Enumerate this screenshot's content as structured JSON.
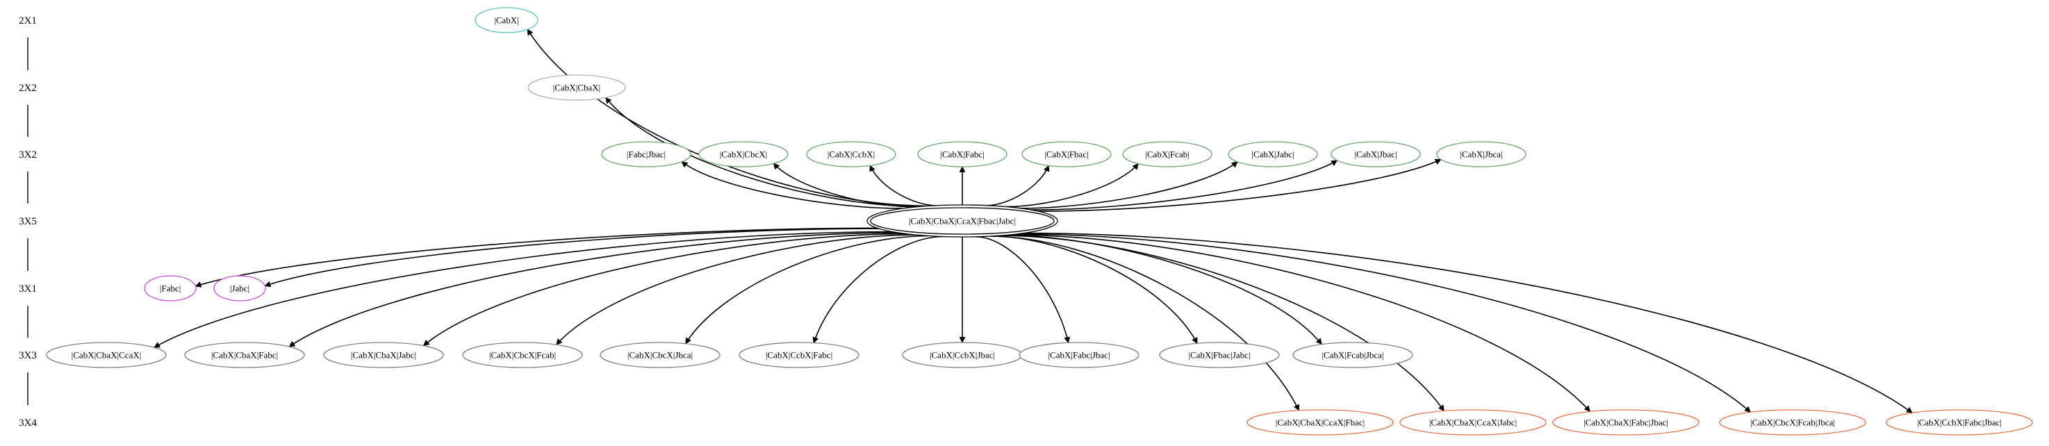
{
  "ranks": [
    "2X1",
    "2X2",
    "3X2",
    "3X5",
    "3X1",
    "3X3",
    "3X4"
  ],
  "colors": {
    "center": "#000000",
    "rank_2X1": "#5fc4bd",
    "rank_2X2": "#b0b0b0",
    "rank_3X2": "#6aa56a",
    "rank_3X1": "#c64fd6",
    "rank_3X3": "#808080",
    "rank_3X4": "#e2744d",
    "edge": "#000000"
  },
  "center": {
    "label": "|CabX|CbaX|CcaX|Fbac|Jabc|"
  },
  "nodes": {
    "2X1": [
      "|CabX|"
    ],
    "2X2": [
      "|CabX|CbaX|"
    ],
    "3X2": [
      "|Fabc|Jbac|",
      "|CabX|CbcX|",
      "|CabX|CcbX|",
      "|CabX|Fabc|",
      "|CabX|Fbac|",
      "|CabX|Fcab|",
      "|CabX|Jabc|",
      "|CabX|Jbac|",
      "|CabX|Jbca|"
    ],
    "3X1": [
      "|Fabc|",
      "|Jabc|"
    ],
    "3X3": [
      "|CabX|CbaX|CcaX|",
      "|CabX|CbaX|Fabc|",
      "|CabX|CbaX|Jabc|",
      "|CabX|CbcX|Fcab|",
      "|CabX|CbcX|Jbca|",
      "|CabX|CcbX|Fabc|",
      "|CabX|CcbX|Jbac|",
      "|CabX|Fabc|Jbac|",
      "|CabX|Fbac|Jabc|",
      "|CabX|Fcab|Jbca|"
    ],
    "3X4": [
      "|CabX|CbaX|CcaX|Fbac|",
      "|CabX|CbaX|CcaX|Jabc|",
      "|CabX|CbaX|Fabc|Jbac|",
      "|CabX|CbcX|Fcab|Jbca|",
      "|CabX|CcbX|Fabc|Jbac|"
    ]
  }
}
